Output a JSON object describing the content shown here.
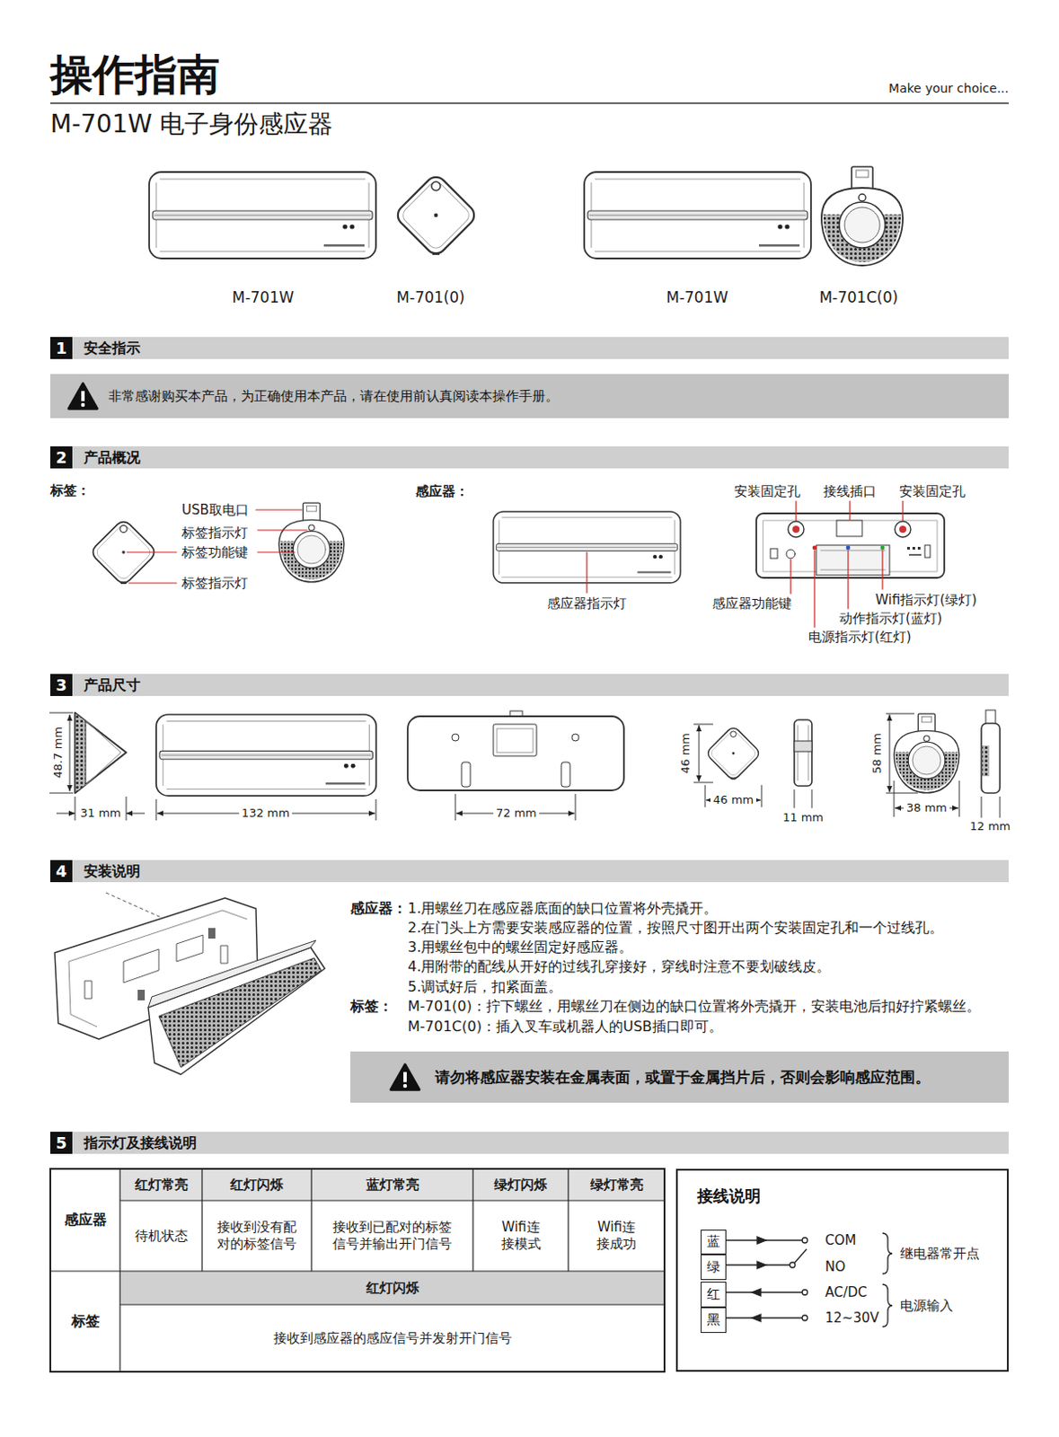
{
  "diagram": {
    "title": "操作指南",
    "nodes": [
      {
        "text": [
          "1",
          "安全指示"
        ]
      },
      {
        "text": [
          "非常感谢购买本产品，为正确使用本产品，请在使用前认真阅读本操作手册。"
        ]
      },
      {
        "text": [
          "2",
          "产品概况"
        ]
      },
      {
        "text": [
          "3",
          "产品尺寸"
        ]
      },
      {
        "text": [
          "4",
          "安装说明"
        ]
      },
      {
        "text": [
          "请勿将感应器安装在金属表面，或置于金属挡片后，否则会影响感应范围。"
        ]
      },
      {
        "text": [
          "5",
          "指示灯及接线说明"
        ]
      },
      {
        "text": [
          "接线说明"
        ]
      },
      {
        "text": [
          "蓝"
        ],
        "in": 7
      },
      {
        "text": [
          "绿"
        ],
        "in": 7
      },
      {
        "text": [
          "红"
        ],
        "in": 7
      },
      {
        "text": [
          "黑"
        ],
        "in": 7
      }
    ],
    "labels": [
      "M-701W 电子身份感应器",
      "Make your choice...",
      "M-701W",
      "M-701(0)",
      "M-701W",
      "M-701C(0)",
      "标签：",
      "USB取电口",
      "标签指示灯",
      "标签功能键",
      "标签指示灯",
      "感应器：",
      "感应器指示灯",
      "安装固定孔",
      "接线插口",
      "安装固定孔",
      "感应器功能键",
      "Wifi指示灯(绿灯)",
      "动作指示灯(蓝灯)",
      "电源指示灯(红灯)",
      "48.7 mm",
      "31 mm",
      "132 mm",
      "72 mm",
      "46 mm",
      "46 mm",
      "11 mm",
      "58 mm",
      "38 mm",
      "12 mm",
      "感应器：",
      "1.用螺丝刀在感应器底面的缺口位置将外壳撬开。",
      "2.在门头上方需要安装感应器的位置，按照尺寸图开出两个安装固定孔和一个过线孔。",
      "3.用螺丝包中的螺丝固定好感应器。",
      "4.用附带的配线从开好的过线孔穿接好，穿线时注意不要划破线皮。",
      "5.调试好后，扣紧面盖。",
      "标签：",
      "M-701(0)：拧下螺丝，用螺丝刀在侧边的缺口位置将外壳撬开，安装电池后扣好拧紧螺丝。",
      "M-701C(0)：插入叉车或机器人的USB插口即可。",
      "感应器",
      "红灯常亮",
      "红灯闪烁",
      "蓝灯常亮",
      "绿灯闪烁",
      "绿灯常亮",
      "待机状态",
      "接收到没有配 对的标签信号",
      "接收到已配对的标签 信号并输出开门信号",
      "Wifi连 接模式",
      "Wifi连 接成功",
      "标签",
      "红灯闪烁",
      "接收到感应器的感应信号并发射开门信号",
      "COM",
      "NO",
      "继电器常开点",
      "AC/DC",
      "12~30V",
      "电源输入"
    ]
  }
}
